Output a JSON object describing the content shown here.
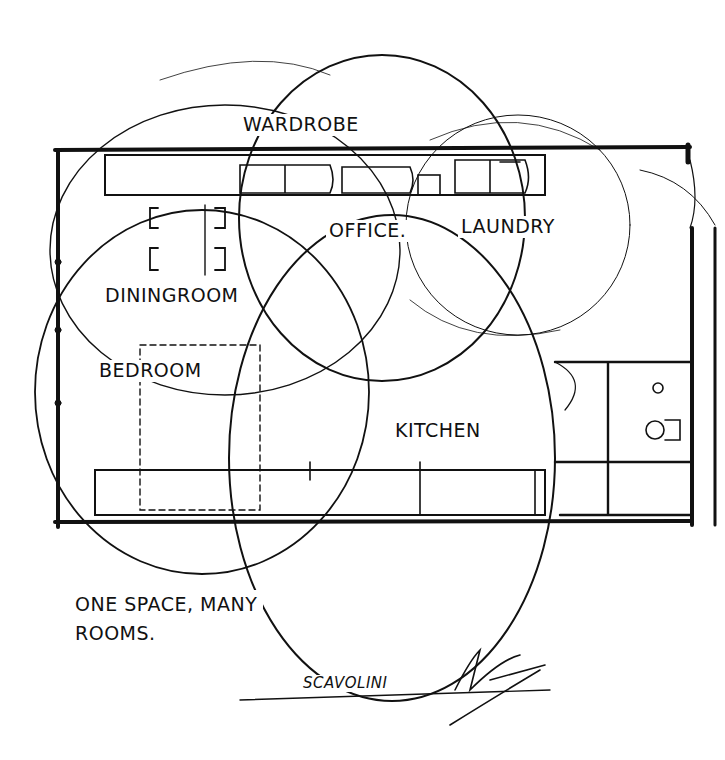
{
  "diagram": {
    "caption": "ONE SPACE, MANY ROOMS.",
    "labels": [
      "WARDROBE",
      "OFFICE.",
      "LAUNDRY",
      "DININGROOM",
      "BEDROOM",
      "KITCHEN",
      "SCAVOLINI"
    ]
  }
}
